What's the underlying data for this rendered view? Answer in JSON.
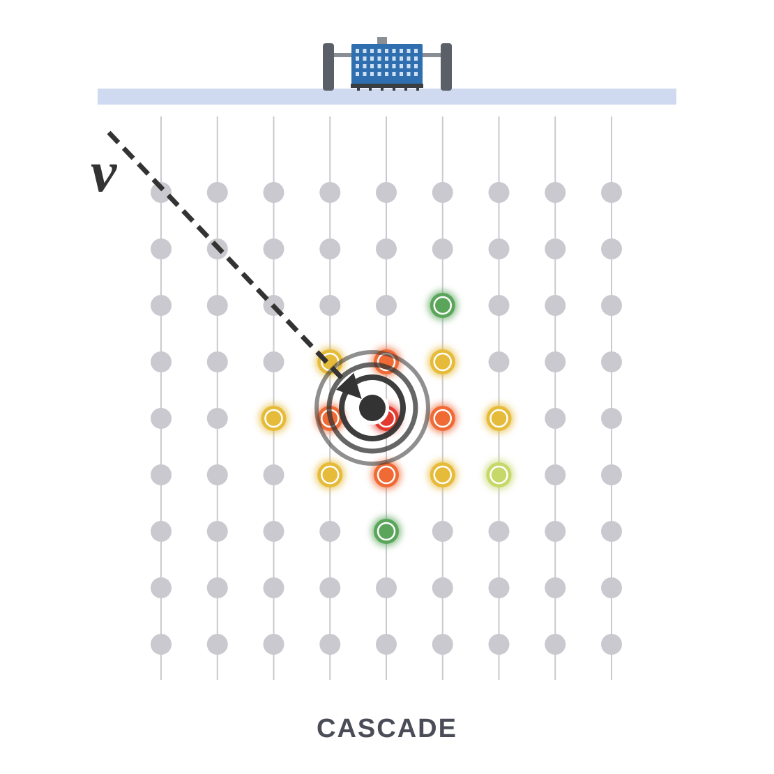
{
  "caption": "CASCADE",
  "particle_symbol": "v",
  "colors": {
    "surface": "#cfdaf0",
    "string": "#c9c9cf",
    "dom_idle": "#c9c9cf",
    "arrow": "#333333",
    "vertex": "#333333",
    "caption": "#4a4d57",
    "building_blue": "#2f6fb0",
    "tower": "#5a5f68"
  },
  "grid": {
    "columns": 9,
    "rows": 9
  },
  "hits": [
    {
      "col": 5,
      "row": 2,
      "level": "green"
    },
    {
      "col": 3,
      "row": 3,
      "level": "yellow"
    },
    {
      "col": 4,
      "row": 3,
      "level": "orange"
    },
    {
      "col": 5,
      "row": 3,
      "level": "yellow"
    },
    {
      "col": 2,
      "row": 4,
      "level": "yellow"
    },
    {
      "col": 3,
      "row": 4,
      "level": "orange"
    },
    {
      "col": 4,
      "row": 4,
      "level": "red"
    },
    {
      "col": 5,
      "row": 4,
      "level": "orange"
    },
    {
      "col": 6,
      "row": 4,
      "level": "yellow"
    },
    {
      "col": 3,
      "row": 5,
      "level": "yellow"
    },
    {
      "col": 4,
      "row": 5,
      "level": "orange"
    },
    {
      "col": 5,
      "row": 5,
      "level": "yellow"
    },
    {
      "col": 6,
      "row": 5,
      "level": "lime"
    },
    {
      "col": 4,
      "row": 6,
      "level": "green"
    }
  ],
  "hit_colors": {
    "red": "#e23a2e",
    "orange": "#ef6a35",
    "yellow": "#e6bb3a",
    "lime": "#c6d86a",
    "green": "#5aa55a"
  },
  "interaction": {
    "col": 4,
    "row": 4,
    "rings": 2
  }
}
